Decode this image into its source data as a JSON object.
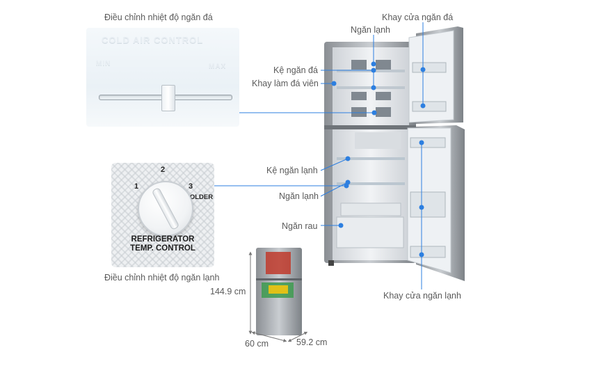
{
  "captions": {
    "freezer_control": "Điều chỉnh nhiệt độ ngăn đá",
    "fridge_control": "Điều chỉnh nhiệt độ ngăn lạnh"
  },
  "freezer_panel": {
    "emboss_title": "COLD AIR CONTROL",
    "emboss_labels": [
      "MIN",
      "MAX"
    ]
  },
  "fridge_panel": {
    "dial_numbers": [
      "1",
      "2",
      "3"
    ],
    "colder": "COLDER",
    "control_line1": "REFRIGERATOR",
    "control_line2": "TEMP. CONTROL"
  },
  "labels": {
    "freezer_door_tray": "Khay cửa ngăn đá",
    "freezer_compartment": "Ngăn lạnh",
    "freezer_shelf": "Kệ ngăn đá",
    "ice_tray": "Khay làm đá viên",
    "fridge_shelf": "Kệ ngăn lạnh",
    "fridge_compartment": "Ngăn lạnh",
    "vegetable_drawer": "Ngăn rau",
    "fridge_door_tray": "Khay cửa ngăn lạnh"
  },
  "dimensions": {
    "height": "144.9 cm",
    "width": "60 cm",
    "depth": "59.2 cm"
  },
  "colors": {
    "accent_line": "#2d7fe0",
    "label_text": "#5a5a5a"
  }
}
